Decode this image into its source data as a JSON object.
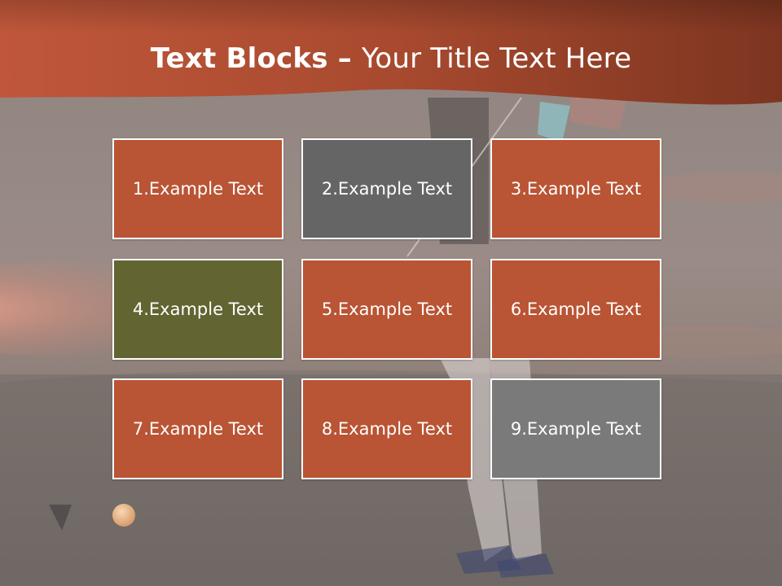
{
  "slide": {
    "title_bold": "Text Blocks",
    "title_separator": " – ",
    "title_rest": "Your Title Text Here"
  },
  "colors": {
    "header": "#b4563a",
    "orange_block": "#b95434",
    "dark_gray_block": "#656565",
    "olive_block": "#626431",
    "mid_gray_block": "#7a7a7a",
    "border": "#ffffff"
  },
  "blocks": [
    {
      "label": "1.Example Text",
      "color": "#b95434"
    },
    {
      "label": "2.Example Text",
      "color": "#656565"
    },
    {
      "label": "3.Example Text",
      "color": "#b95434"
    },
    {
      "label": "4.Example Text",
      "color": "#626431"
    },
    {
      "label": "5.Example Text",
      "color": "#b95434"
    },
    {
      "label": "6.Example Text",
      "color": "#b95434"
    },
    {
      "label": "7.Example Text",
      "color": "#b95434"
    },
    {
      "label": "8.Example Text",
      "color": "#b95434"
    },
    {
      "label": "9.Example Text",
      "color": "#7a7a7a"
    }
  ]
}
